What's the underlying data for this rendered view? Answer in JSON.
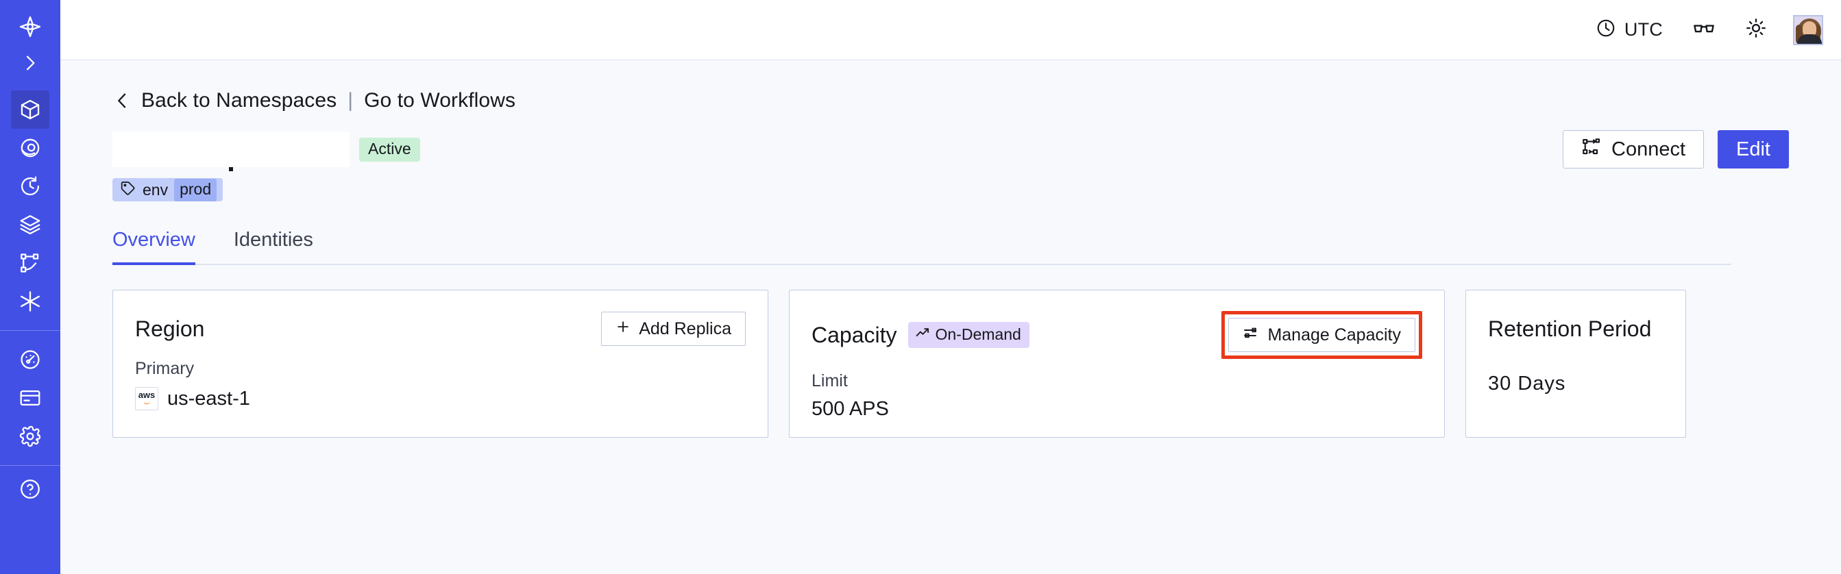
{
  "sidebar": {
    "items": [
      {
        "name": "logo",
        "icon": "temporal-logo-icon",
        "active": false
      },
      {
        "name": "expand",
        "icon": "chevron-right-icon",
        "active": false
      },
      {
        "name": "namespaces",
        "icon": "cube-icon",
        "active": true
      },
      {
        "name": "observability",
        "icon": "eye-icon",
        "active": false
      },
      {
        "name": "history",
        "icon": "clock-rewind-icon",
        "active": false
      },
      {
        "name": "layers",
        "icon": "layers-icon",
        "active": false
      },
      {
        "name": "workflows",
        "icon": "git-branch-icon",
        "active": false
      },
      {
        "name": "integrations",
        "icon": "asterisk-icon",
        "active": false
      },
      {
        "name": "usage",
        "icon": "gauge-icon",
        "active": false
      },
      {
        "name": "billing",
        "icon": "credit-card-icon",
        "active": false
      },
      {
        "name": "settings",
        "icon": "gear-icon",
        "active": false
      }
    ]
  },
  "topbar": {
    "timezone": "UTC",
    "timezone_icon": "clock-icon",
    "glasses_icon": "glasses-icon",
    "theme_icon": "sun-icon",
    "avatar_icon": "avatar"
  },
  "breadcrumb": {
    "back_icon": "chevron-left-icon",
    "back_label": "Back to Namespaces",
    "separator": "|",
    "forward_label": "Go to Workflows"
  },
  "header": {
    "title_redacted": "",
    "status_badge": "Active",
    "connect_label": "Connect",
    "connect_icon": "connect-icon",
    "edit_label": "Edit",
    "tag": {
      "icon": "tag-icon",
      "key": "env",
      "value": "prod"
    }
  },
  "tabs": [
    {
      "label": "Overview",
      "active": true
    },
    {
      "label": "Identities",
      "active": false
    }
  ],
  "cards": {
    "region": {
      "title": "Region",
      "action_label": "Add Replica",
      "action_icon": "plus-icon",
      "sub_label": "Primary",
      "provider_icon": "aws-logo",
      "provider_text": "aws",
      "value": "us-east-1"
    },
    "capacity": {
      "title": "Capacity",
      "badge_label": "On-Demand",
      "badge_icon": "trending-up-icon",
      "action_label": "Manage Capacity",
      "action_icon": "sliders-icon",
      "action_highlighted": true,
      "sub_label": "Limit",
      "value": "500 APS"
    },
    "retention": {
      "title": "Retention Period",
      "value": "30  Days"
    }
  },
  "colors": {
    "brand": "#4350e6",
    "sidebar_active": "#3b45c4",
    "page_bg": "#f7f9fc",
    "card_border": "#c2cde4",
    "badge_active_bg": "#c9f0d5",
    "badge_ondemand_bg": "#e0d5fb",
    "tag_bg": "#c2cefa",
    "tag_value_bg": "#9db0f5",
    "annotation_red": "#e8391a"
  }
}
